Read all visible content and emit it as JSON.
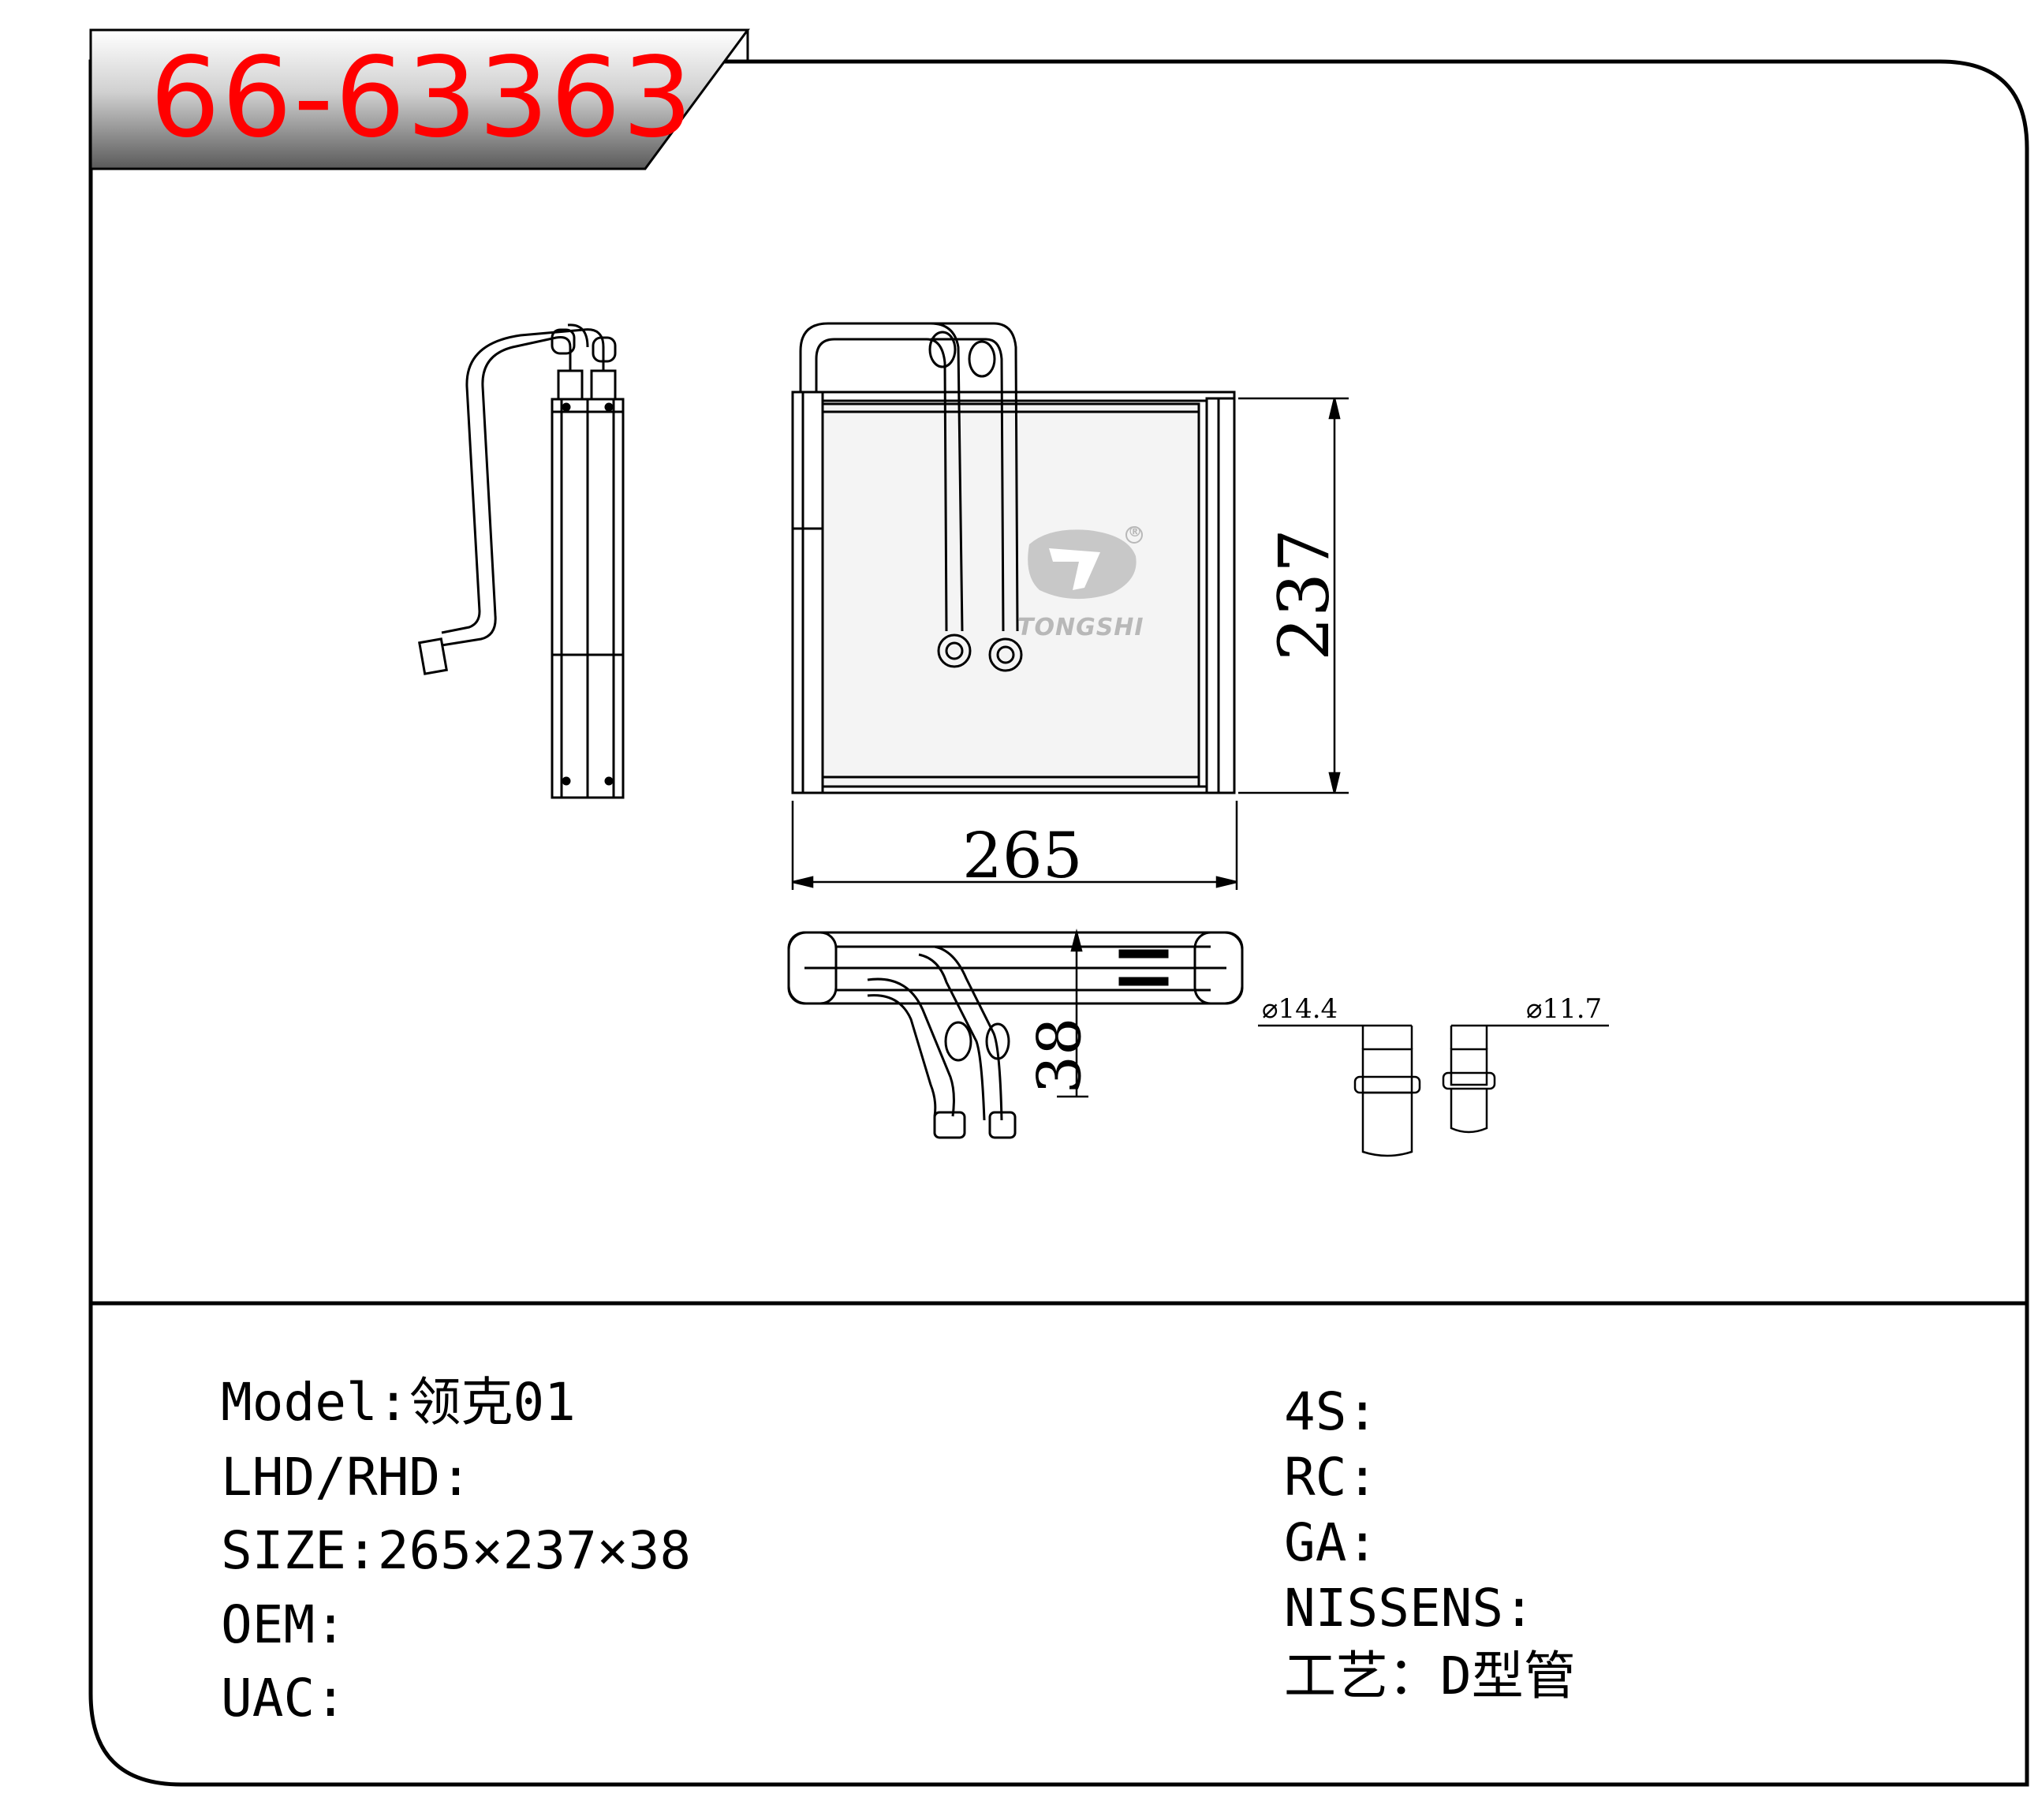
{
  "header": {
    "part_number": "66-63363"
  },
  "drawing": {
    "dim_width": "265",
    "dim_height": "237",
    "dim_depth": "38",
    "pipe_diameter_1": "⌀14.4",
    "pipe_diameter_2": "⌀11.7",
    "brand": "TONGSHI",
    "registered_mark": "®"
  },
  "specs_left": [
    {
      "label": "Model",
      "value": "领克01"
    },
    {
      "label": "LHD/RHD",
      "value": ""
    },
    {
      "label": "SIZE",
      "value": "265×237×38"
    },
    {
      "label": "OEM",
      "value": ""
    },
    {
      "label": "UAC",
      "value": ""
    }
  ],
  "specs_right": [
    {
      "label": "4S",
      "value": ""
    },
    {
      "label": "RC",
      "value": ""
    },
    {
      "label": "GA",
      "value": ""
    },
    {
      "label": "NISSENS",
      "value": ""
    },
    {
      "label": "工艺",
      "value": "D型管"
    }
  ],
  "colors": {
    "title_red": "#ff0000",
    "line": "#000000"
  }
}
